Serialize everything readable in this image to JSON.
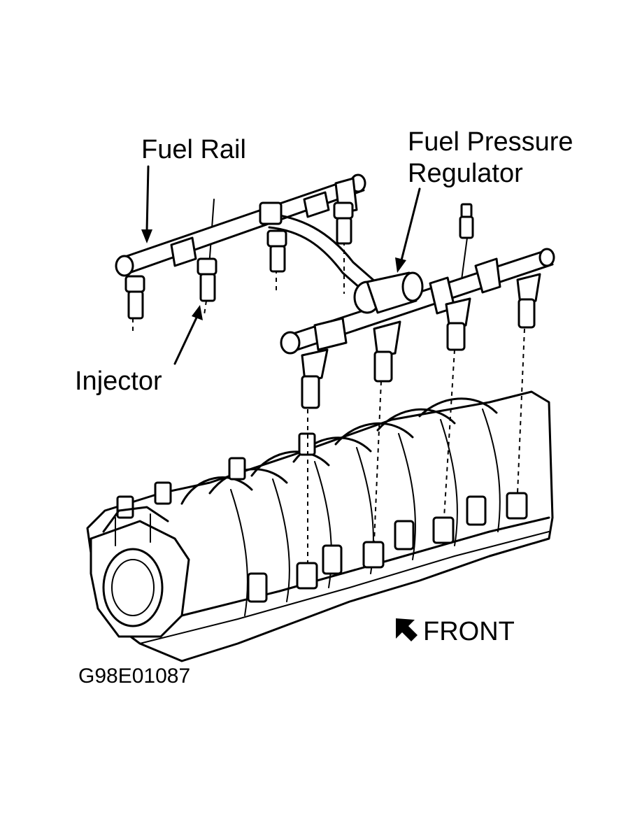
{
  "labels": {
    "fuel_rail": "Fuel Rail",
    "fuel_pressure_regulator_line1": "Fuel Pressure",
    "fuel_pressure_regulator_line2": "Regulator",
    "injector": "Injector",
    "front": "FRONT",
    "figure_code": "G98E01087"
  },
  "colors": {
    "ink": "#000000",
    "paper": "#ffffff"
  },
  "icons": {
    "front_arrow": "arrow-up-left-icon"
  }
}
